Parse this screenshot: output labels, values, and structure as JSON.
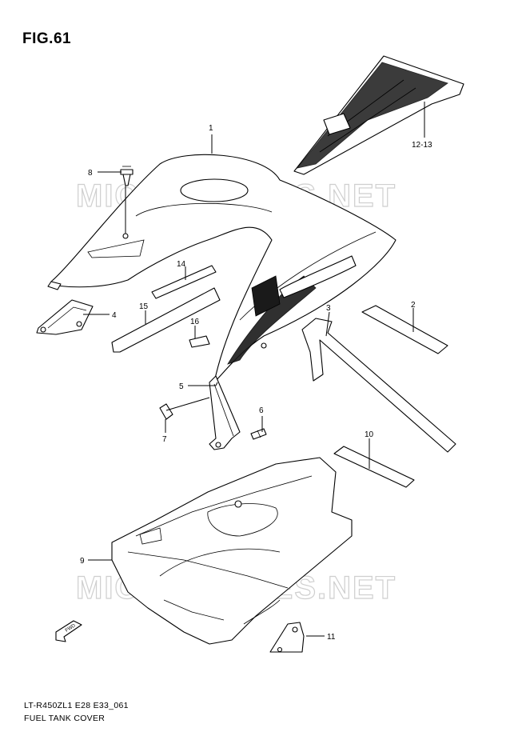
{
  "figure": {
    "title": "FIG.61"
  },
  "footer": {
    "model_code": "LT-R450ZL1 E28 E33_061",
    "caption": "FUEL TANK COVER"
  },
  "watermark": {
    "text": "MICROFICHES.NET"
  },
  "direction_marker": {
    "text": "FWD"
  },
  "callouts": {
    "p1": "1",
    "p2": "2",
    "p3": "3",
    "p4": "4",
    "p5": "5",
    "p6": "6",
    "p7": "7",
    "p8": "8",
    "p9": "9",
    "p10": "10",
    "p11": "11",
    "p12_13": "12-13",
    "p14": "14",
    "p15": "15",
    "p16": "16"
  }
}
